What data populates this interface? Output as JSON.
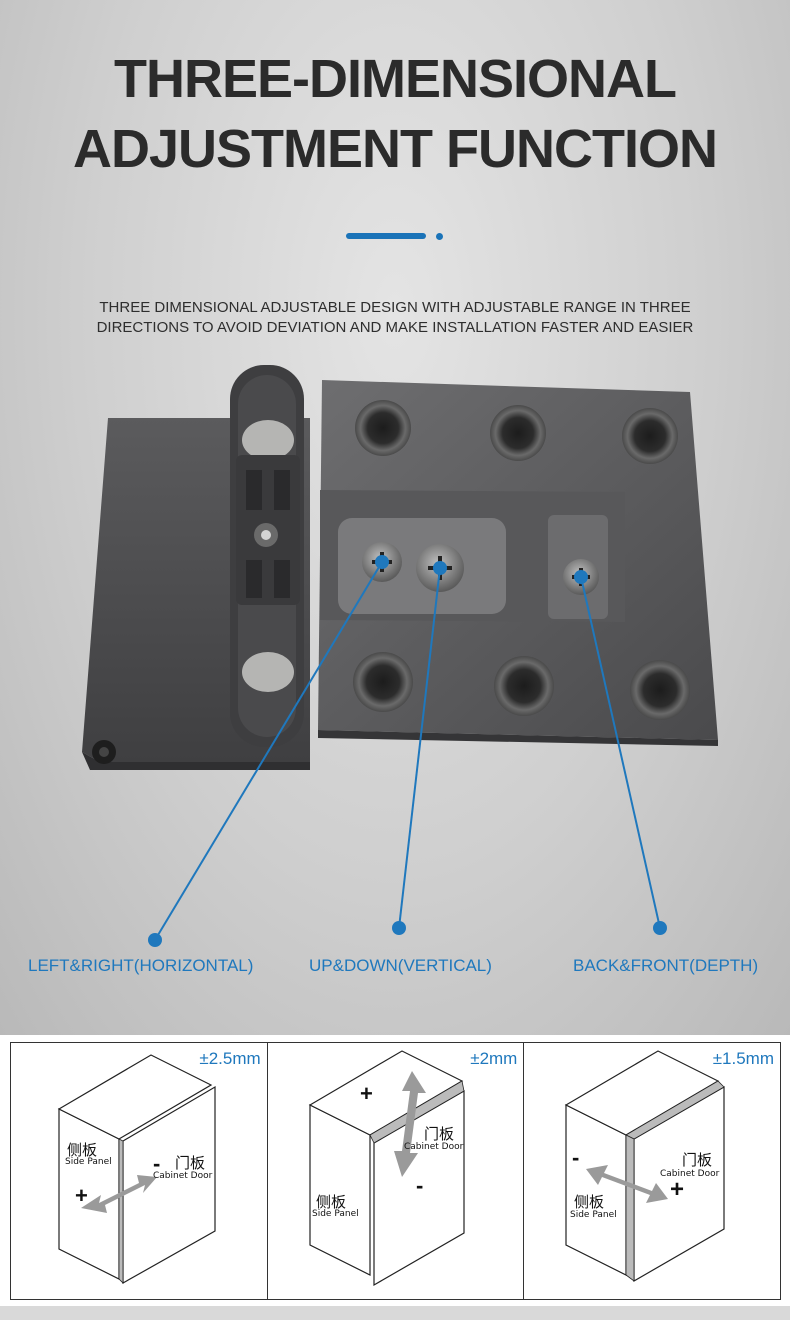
{
  "title": {
    "line1": "THREE-DIMENSIONAL",
    "line2": "ADJUSTMENT FUNCTION"
  },
  "subtitle": {
    "line1": "THREE DIMENSIONAL ADJUSTABLE DESIGN WITH ADJUSTABLE RANGE IN THREE",
    "line2": "DIRECTIONS TO AVOID DEVIATION AND MAKE INSTALLATION FASTER AND EASIER"
  },
  "accent_color": "#1f78bd",
  "callouts": [
    {
      "label": "LEFT&RIGHT(HORIZONTAL)"
    },
    {
      "label": "UP&DOWN(VERTICAL)"
    },
    {
      "label": "BACK&FRONT(DEPTH)"
    }
  ],
  "panels": [
    {
      "range": "±2.5mm",
      "side_zh": "侧板",
      "side_en": "Side Panel",
      "door_zh": "门板",
      "door_en": "Cabinet Door",
      "plus": "+",
      "minus": "-"
    },
    {
      "range": "±2mm",
      "side_zh": "侧板",
      "side_en": "Side Panel",
      "door_zh": "门板",
      "door_en": "Cabinet Door",
      "plus": "+",
      "minus": "-"
    },
    {
      "range": "±1.5mm",
      "side_zh": "侧板",
      "side_en": "Side Panel",
      "door_zh": "门板",
      "door_en": "Cabinet Door",
      "plus": "+",
      "minus": "-"
    }
  ]
}
